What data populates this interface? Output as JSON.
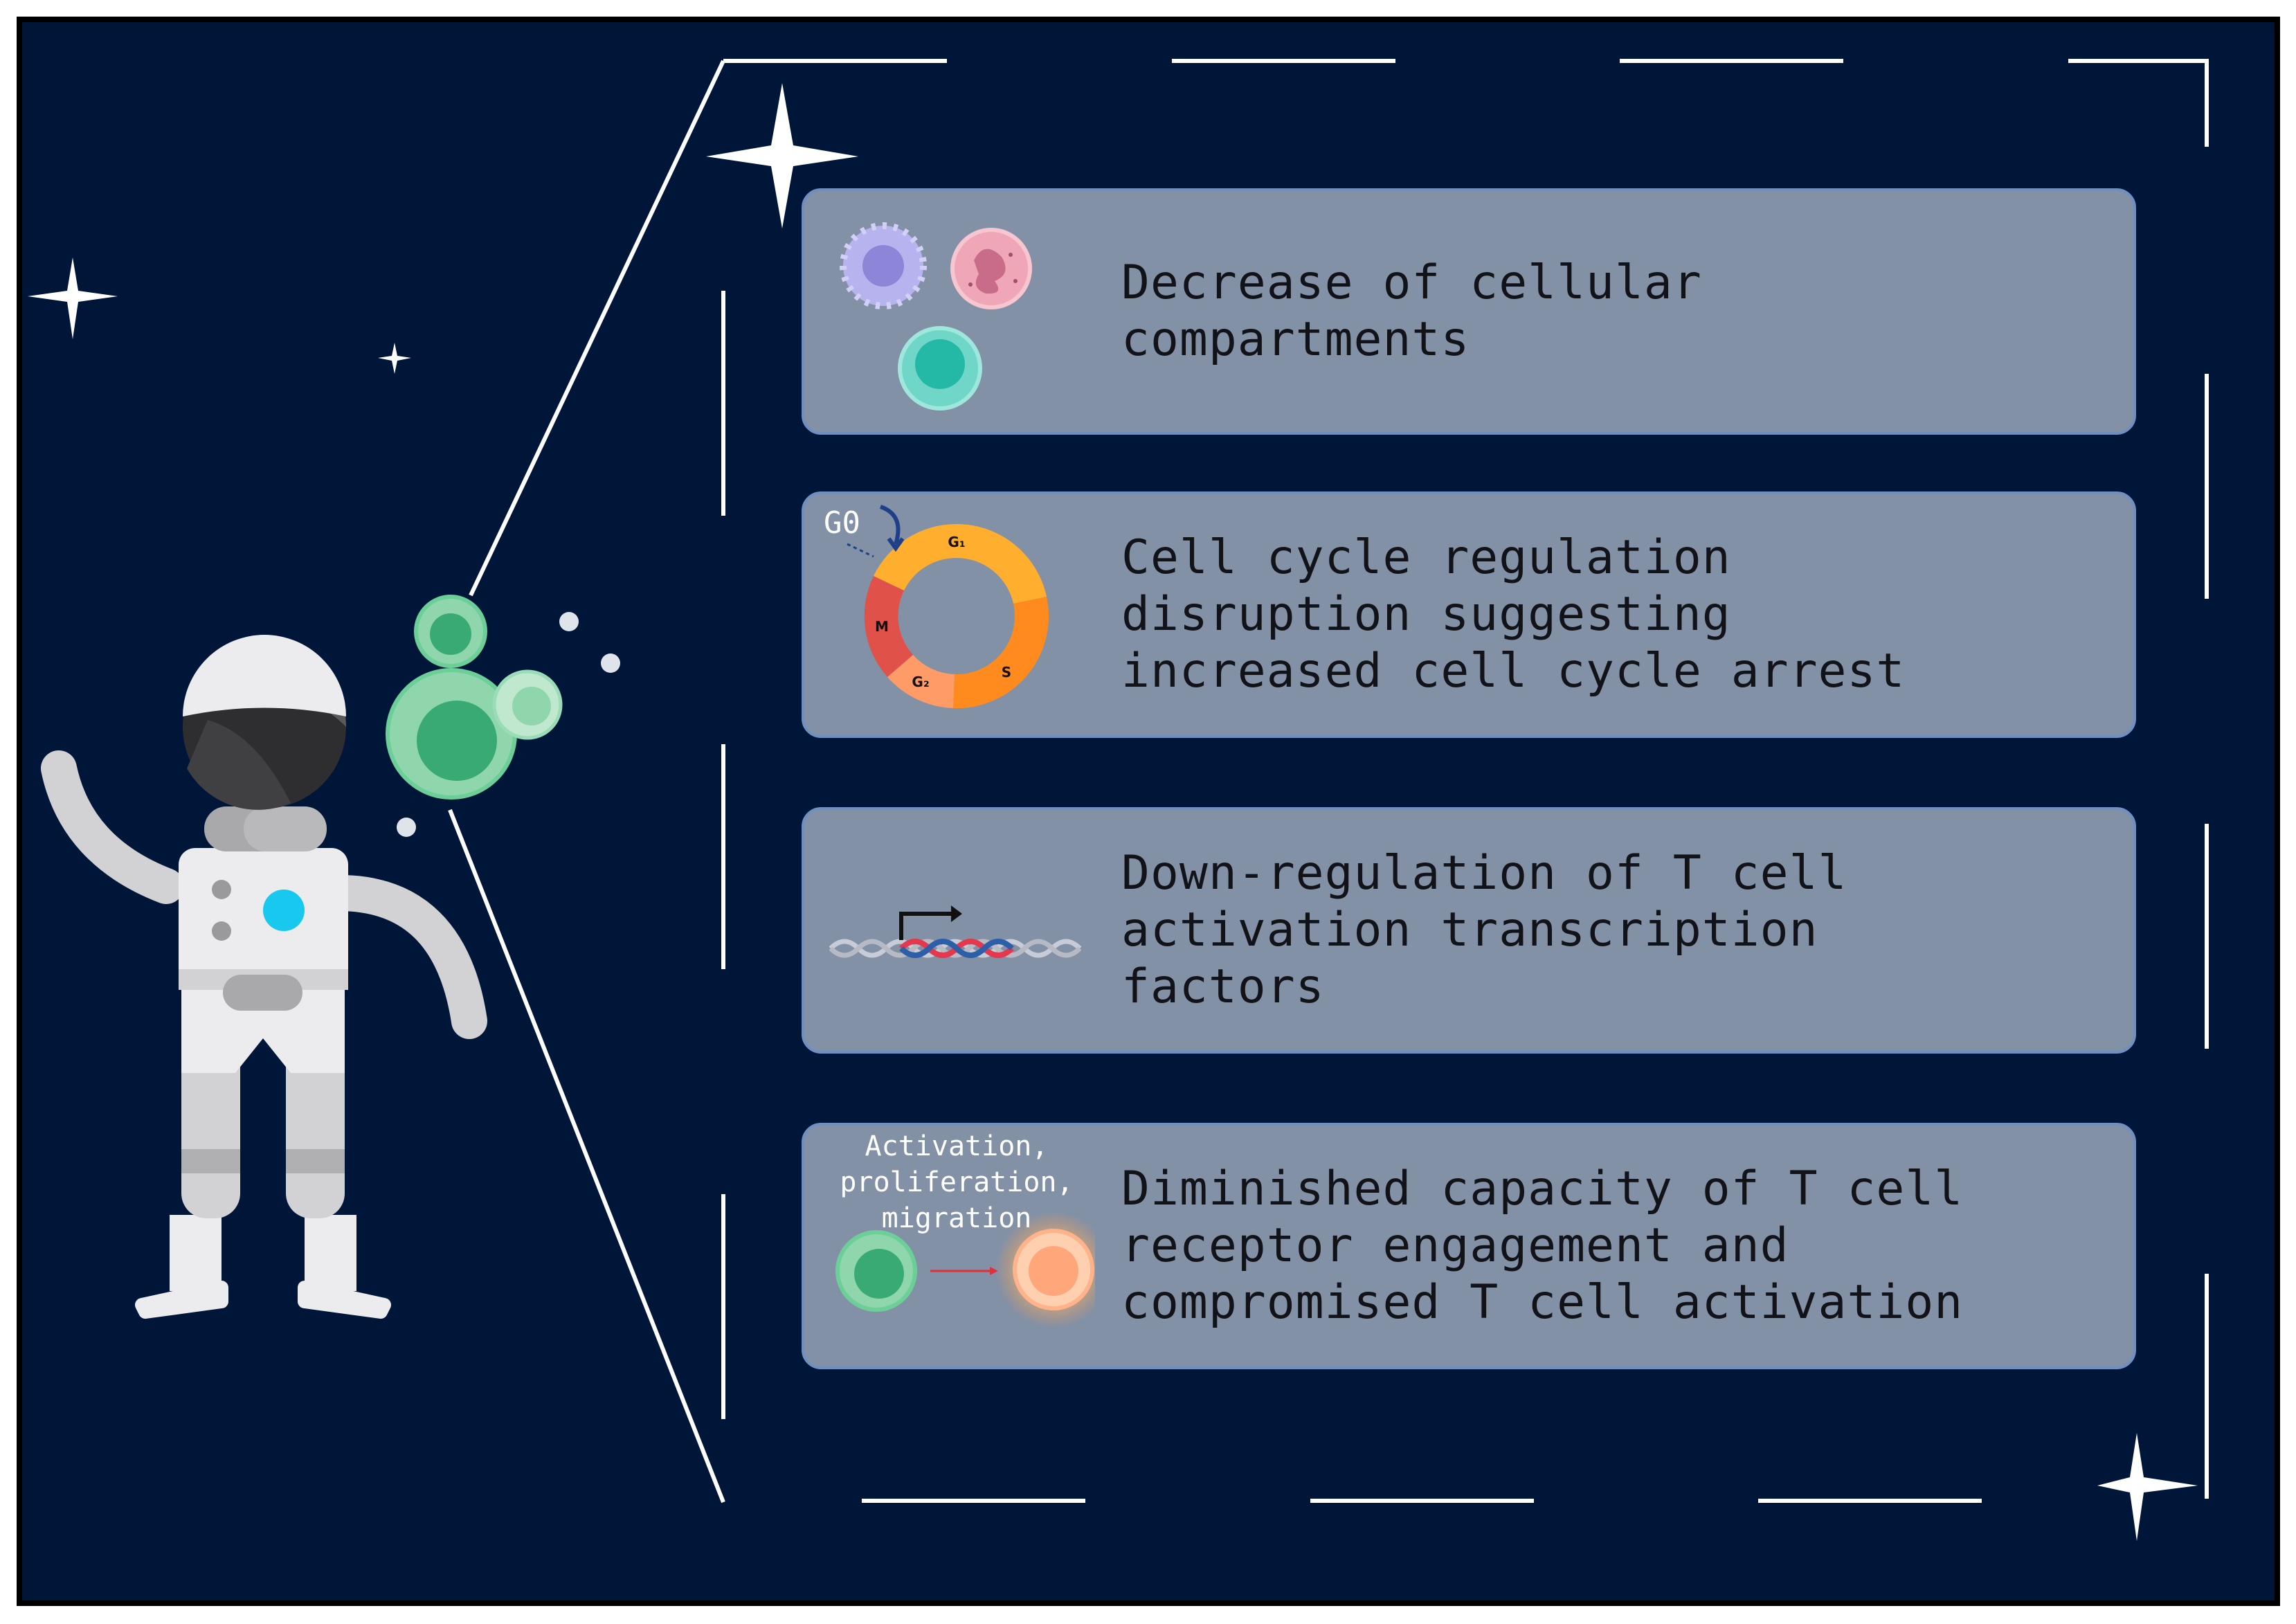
{
  "colors": {
    "background": "#001639",
    "frame": "#000000",
    "panel_fill": "#8391a6",
    "panel_border": "#6f8fc0",
    "panel_text": "#111318",
    "line": "#ffffff",
    "green_cell": "#8fd6ad",
    "teal_cell": "#6fd6c8",
    "orange_cell": "#ffb38a",
    "cycle_g1": "#ffae2e",
    "cycle_s": "#ff8a1e",
    "cycle_g2": "#ff9b66",
    "cycle_m": "#e0514a"
  },
  "icons": {
    "astronaut": "astronaut-icon",
    "cells_cluster": "blood-cells-icon",
    "cell_cycle": "cell-cycle-icon",
    "dna": "dna-transcription-icon",
    "t_cell_activation": "t-cell-activation-icon"
  },
  "panels": [
    {
      "text": "Decrease of cellular\ncompartments"
    },
    {
      "text": "Cell cycle regulation\ndisruption suggesting\nincreased cell cycle arrest"
    },
    {
      "text": "Down-regulation of T cell\nactivation transcription\nfactors"
    },
    {
      "text": "Diminished capacity of T cell\nreceptor engagement and\ncompromised T cell activation"
    }
  ],
  "cell_cycle": {
    "g0_label": "G0",
    "phases": [
      "G₁",
      "S",
      "G₂",
      "M"
    ]
  },
  "activation_label": "Activation,\nproliferation,\nmigration"
}
